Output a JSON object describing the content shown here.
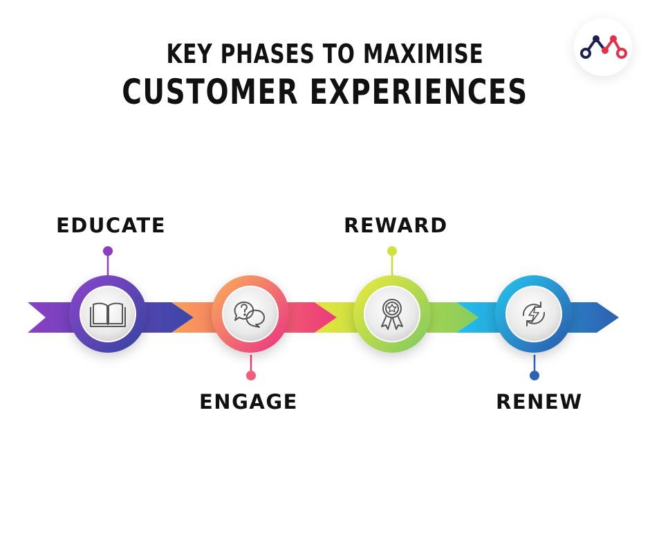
{
  "title": {
    "line1": "KEY PHASES TO MAXIMISE",
    "line2": "CUSTOMER EXPERIENCES"
  },
  "phases": [
    {
      "label": "EDUCATE",
      "icon": "book-icon",
      "label_side": "top",
      "colors": [
        "#7e3fc3",
        "#3b45a8"
      ]
    },
    {
      "label": "ENGAGE",
      "icon": "question-chat-icon",
      "label_side": "bottom",
      "colors": [
        "#f79459",
        "#ec3b7d"
      ]
    },
    {
      "label": "REWARD",
      "icon": "award-ribbon-icon",
      "label_side": "top",
      "colors": [
        "#d9e43b",
        "#8ccc5c"
      ]
    },
    {
      "label": "RENEW",
      "icon": "renew-lightning-icon",
      "label_side": "bottom",
      "colors": [
        "#25b7e6",
        "#2f62b2"
      ]
    }
  ],
  "colors": {
    "title": "#111111",
    "logo_navy": "#1d2152",
    "logo_red": "#e6304a"
  }
}
